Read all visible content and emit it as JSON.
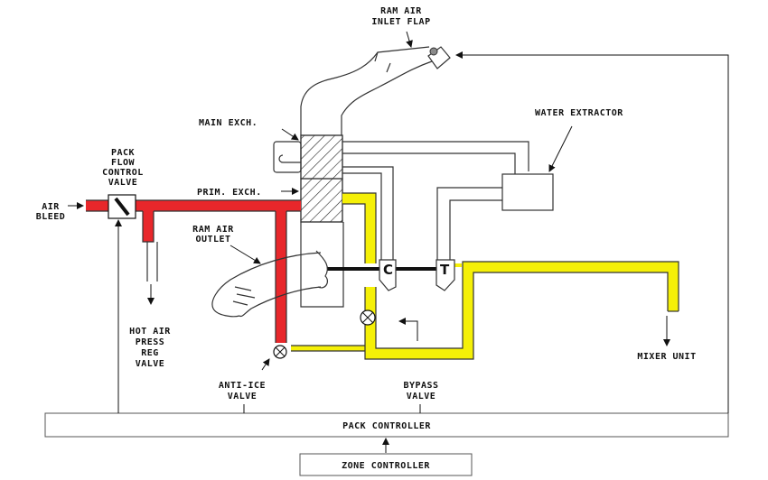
{
  "labels": {
    "ram_air_inlet_flap": [
      "RAM AIR",
      "INLET FLAP"
    ],
    "main_exch": "MAIN EXCH.",
    "prim_exch": "PRIM. EXCH.",
    "water_extractor": "WATER EXTRACTOR",
    "pack_flow_control_valve": [
      "PACK",
      "FLOW",
      "CONTROL",
      "VALVE"
    ],
    "air_bleed": [
      "AIR",
      "BLEED"
    ],
    "ram_air_outlet": [
      "RAM AIR",
      "OUTLET"
    ],
    "hot_air_press_reg_valve": [
      "HOT AIR",
      "PRESS",
      "REG",
      "VALVE"
    ],
    "anti_ice_valve": [
      "ANTI-ICE",
      "VALVE"
    ],
    "bypass_valve": [
      "BYPASS",
      "VALVE"
    ],
    "mixer_unit": "MIXER UNIT",
    "compressor": "C",
    "turbine": "T",
    "pack_controller": "PACK CONTROLLER",
    "zone_controller": "ZONE CONTROLLER"
  },
  "colors": {
    "hot_air": "#e8272b",
    "cold_air": "#f5f007",
    "line": "#111111",
    "duct_outline": "#333333"
  }
}
